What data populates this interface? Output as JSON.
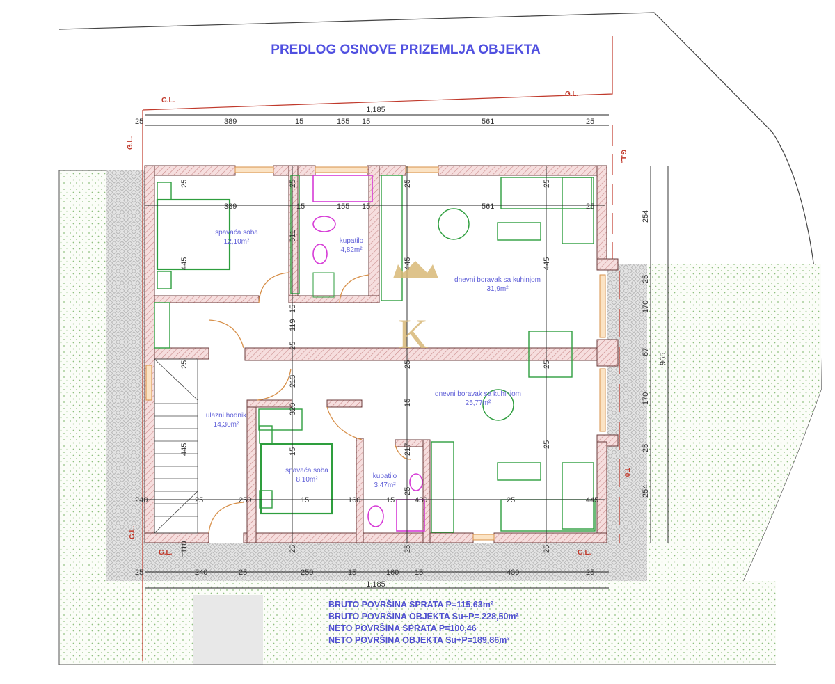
{
  "title": "PREDLOG OSNOVE PRIZEMLJA OBJEKTA",
  "level_label": "G.L.",
  "terrain_label": "T.0",
  "watermark_letter": "K",
  "dimensions": {
    "overall_width": "1,185",
    "top_chain": [
      "25",
      "389",
      "15",
      "155",
      "15",
      "561",
      "25"
    ],
    "bottom_chain": [
      "25",
      "240",
      "25",
      "250",
      "15",
      "160",
      "15",
      "430",
      "25"
    ],
    "right_chain": [
      "254",
      "25",
      "170",
      "67",
      "170",
      "25",
      "254"
    ],
    "overall_depth": "965",
    "interior": [
      "25",
      "389",
      "15",
      "155",
      "15",
      "561",
      "25",
      "25",
      "25",
      "25",
      "445",
      "311",
      "445",
      "445",
      "15",
      "119",
      "25",
      "25",
      "25",
      "25",
      "110",
      "213",
      "15",
      "320",
      "15",
      "217",
      "25",
      "240",
      "25",
      "250",
      "15",
      "160",
      "15",
      "430",
      "25",
      "445",
      "445",
      "25",
      "25",
      "25",
      "25"
    ]
  },
  "rooms": [
    {
      "name": "spavaća soba",
      "area": "12,10m²"
    },
    {
      "name": "kupatilo",
      "area": "4,82m²"
    },
    {
      "name": "dnevni boravak sa kuhinjom",
      "area": "31,9m²"
    },
    {
      "name": "ulazni hodnik",
      "area": "14,30m²"
    },
    {
      "name": "dnevni boravak sa kuhinjom",
      "area": "25,77m²"
    },
    {
      "name": "spavaća soba",
      "area": "8,10m²"
    },
    {
      "name": "kupatilo",
      "area": "3,47m²"
    }
  ],
  "summary": [
    "BRUTO POVRŠINA SPRATA  P=115,63m²",
    "BRUTO POVRŠINA OBJEKTA Su+P= 228,50m²",
    "NETO POVRŠINA SPRATA  P=100,46",
    "NETO POVRŠINA OBJEKTA Su+P=189,86m²"
  ],
  "colors": {
    "wall": "#f2d3d3",
    "furniture": "#2e9e3e",
    "sanitary": "#d63bd6",
    "text": "#5050e0",
    "level": "#c0392b"
  }
}
